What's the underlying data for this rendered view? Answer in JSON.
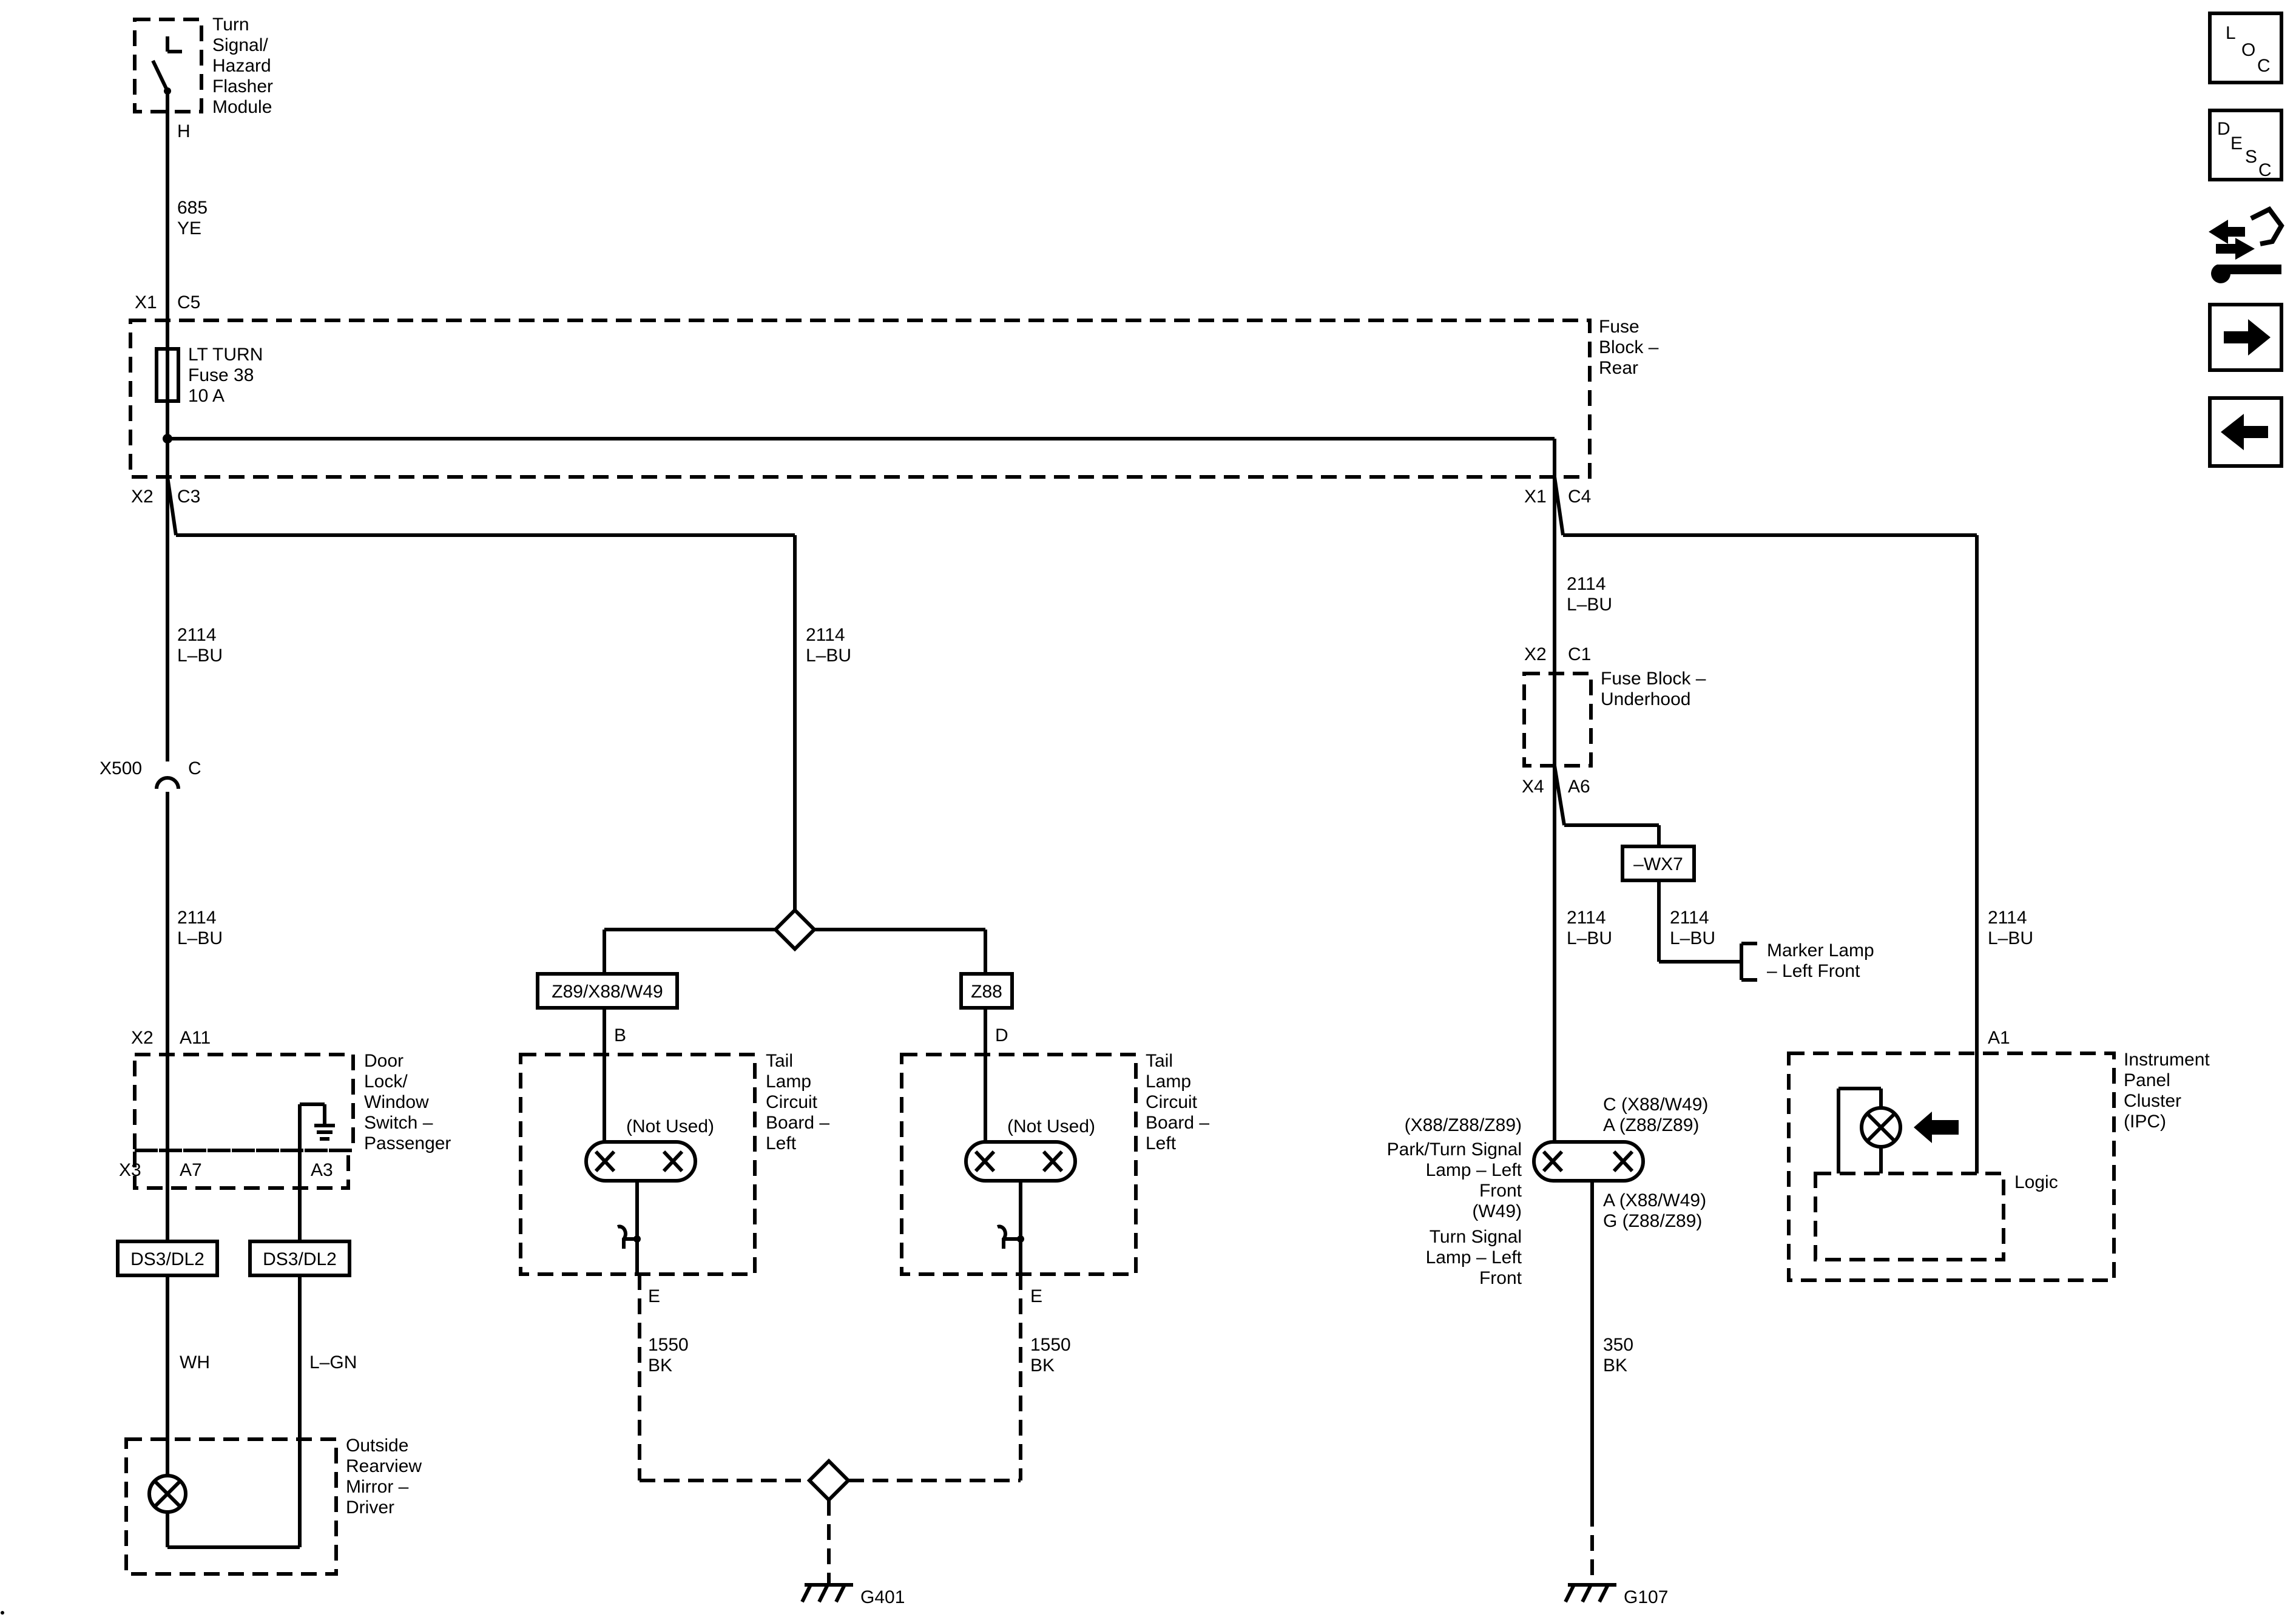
{
  "modules": {
    "flasher": [
      "Turn",
      "Signal/",
      "Hazard",
      "Flasher",
      "Module"
    ],
    "fuse_rear": [
      "Fuse",
      "Block –",
      "Rear"
    ],
    "fuse": [
      "LT TURN",
      "Fuse 38",
      "10 A"
    ],
    "fuse_underhood": [
      "Fuse Block –",
      "Underhood"
    ],
    "door_switch": [
      "Door",
      "Lock/",
      "Window",
      "Switch –",
      "Passenger"
    ],
    "tail_left_1": [
      "Tail",
      "Lamp",
      "Circuit",
      "Board –",
      "Left"
    ],
    "tail_left_2": [
      "Tail",
      "Lamp",
      "Circuit",
      "Board –",
      "Left"
    ],
    "marker": [
      "Marker Lamp",
      "– Left Front"
    ],
    "ipc": [
      "Instrument",
      "Panel",
      "Cluster",
      "(IPC)"
    ],
    "ipc_logic": "Logic",
    "mirror": [
      "Outside",
      "Rearview",
      "Mirror –",
      "Driver"
    ],
    "park_lamp": [
      "(X88/Z88/Z89)",
      "Park/Turn Signal",
      "Lamp – Left",
      "Front",
      "(W49)",
      "Turn Signal",
      "Lamp – Left",
      "Front"
    ],
    "not_used": "(Not Used)"
  },
  "pins": {
    "h": "H",
    "x1": "X1",
    "c5": "C5",
    "x2": "X2",
    "c3": "C3",
    "x1b": "X1",
    "c4": "C4",
    "x2b": "X2",
    "c1": "C1",
    "x4": "X4",
    "a6": "A6",
    "x500": "X500",
    "c": "C",
    "x2c": "X2",
    "a11": "A11",
    "x3": "X3",
    "a7": "A7",
    "a3": "A3",
    "b": "B",
    "d": "D",
    "e1": "E",
    "e2": "E",
    "a1": "A1",
    "park_top": [
      "C (X88/W49)",
      "A (Z88/Z89)"
    ],
    "park_bot": [
      "A (X88/W49)",
      "G (Z88/Z89)"
    ]
  },
  "wires": {
    "w685": [
      "685",
      "YE"
    ],
    "w2114_a": [
      "2114",
      "L–BU"
    ],
    "w2114_b": [
      "2114",
      "L–BU"
    ],
    "w2114_c": [
      "2114",
      "L–BU"
    ],
    "w2114_d": [
      "2114",
      "L–BU"
    ],
    "w2114_e": [
      "2114",
      "L–BU"
    ],
    "w2114_f": [
      "2114",
      "L–BU"
    ],
    "w2114_g": [
      "2114",
      "L–BU"
    ],
    "wh": "WH",
    "lgn": "L–GN",
    "w1550_a": [
      "1550",
      "BK"
    ],
    "w1550_b": [
      "1550",
      "BK"
    ],
    "w350": [
      "350",
      "BK"
    ]
  },
  "options": {
    "z89": "Z89/X88/W49",
    "z88": "Z88",
    "wx7": "–WX7",
    "ds3a": "DS3/DL2",
    "ds3b": "DS3/DL2"
  },
  "grounds": {
    "g401": "G401",
    "g107": "G107"
  },
  "nav": {
    "loc": [
      "L",
      "O",
      "C"
    ],
    "desc": [
      "D",
      "E",
      "S",
      "C"
    ]
  }
}
